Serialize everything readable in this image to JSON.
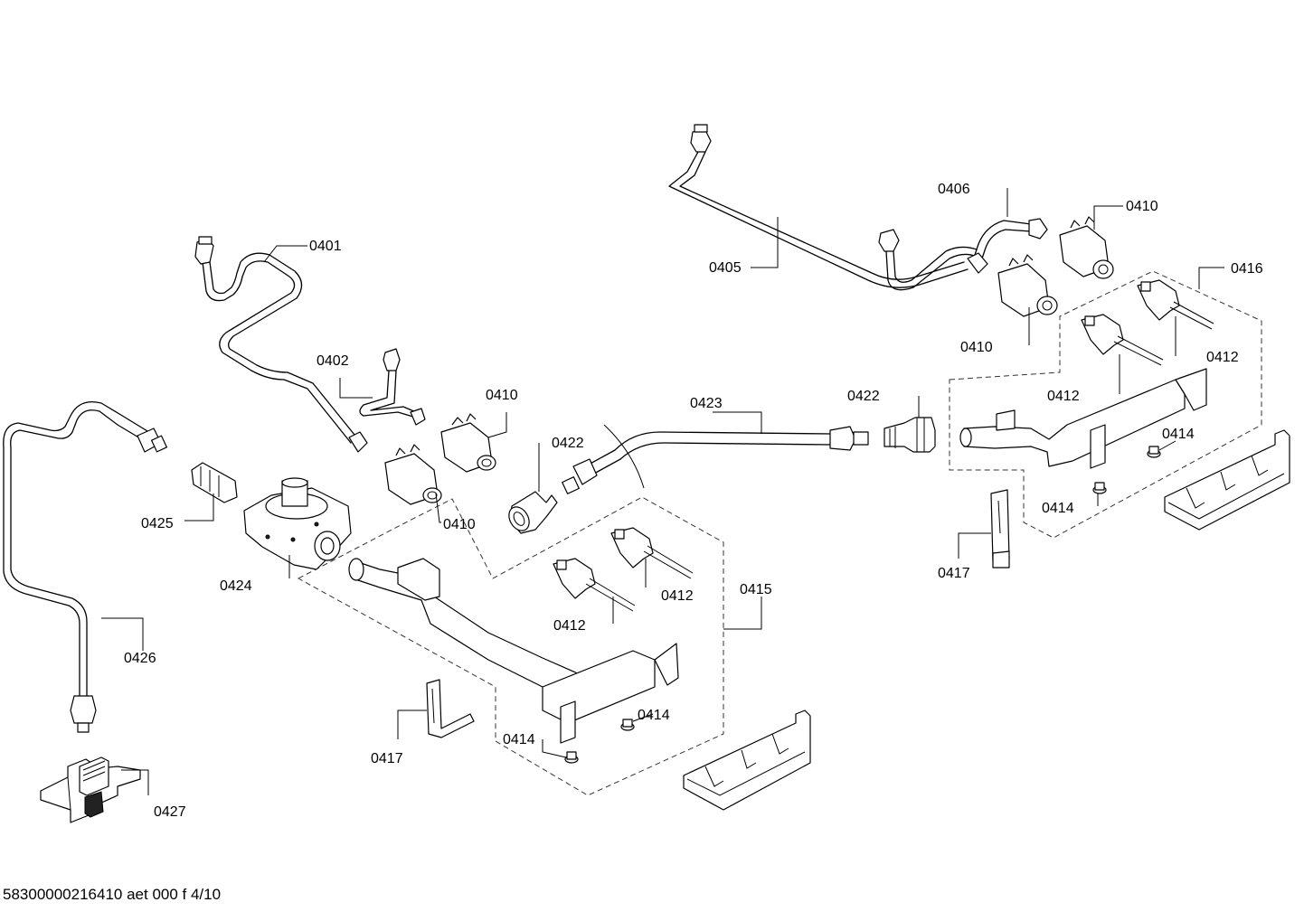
{
  "callouts": [
    {
      "id": "c0401",
      "text": "0401"
    },
    {
      "id": "c0402",
      "text": "0402"
    },
    {
      "id": "c0405",
      "text": "0405"
    },
    {
      "id": "c0406",
      "text": "0406"
    },
    {
      "id": "c0410a",
      "text": "0410"
    },
    {
      "id": "c0410b",
      "text": "0410"
    },
    {
      "id": "c0410c",
      "text": "0410"
    },
    {
      "id": "c0410d",
      "text": "0410"
    },
    {
      "id": "c0412a",
      "text": "0412"
    },
    {
      "id": "c0412b",
      "text": "0412"
    },
    {
      "id": "c0412c",
      "text": "0412"
    },
    {
      "id": "c0412d",
      "text": "0412"
    },
    {
      "id": "c0414a",
      "text": "0414"
    },
    {
      "id": "c0414b",
      "text": "0414"
    },
    {
      "id": "c0414c",
      "text": "0414"
    },
    {
      "id": "c0414d",
      "text": "0414"
    },
    {
      "id": "c0415",
      "text": "0415"
    },
    {
      "id": "c0416",
      "text": "0416"
    },
    {
      "id": "c0417a",
      "text": "0417"
    },
    {
      "id": "c0417b",
      "text": "0417"
    },
    {
      "id": "c0422a",
      "text": "0422"
    },
    {
      "id": "c0422b",
      "text": "0422"
    },
    {
      "id": "c0423",
      "text": "0423"
    },
    {
      "id": "c0424",
      "text": "0424"
    },
    {
      "id": "c0425",
      "text": "0425"
    },
    {
      "id": "c0426",
      "text": "0426"
    },
    {
      "id": "c0427",
      "text": "0427"
    }
  ],
  "footer": {
    "document_code": "58300000216410 aet 000 f 4/10"
  }
}
